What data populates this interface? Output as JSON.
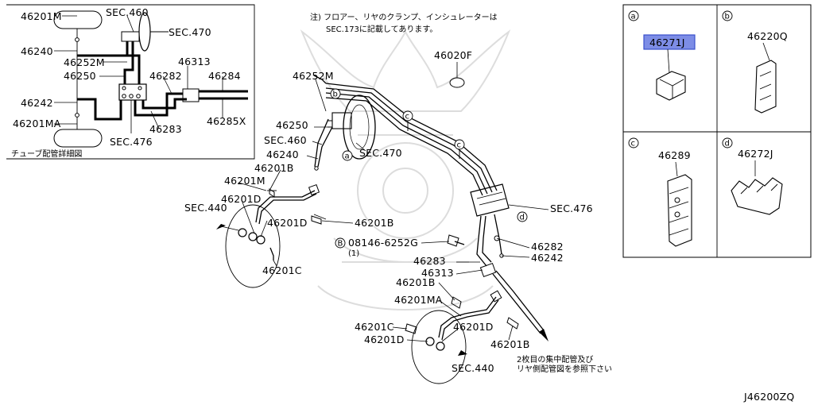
{
  "inset": {
    "caption": "チューブ配管詳細図",
    "labels": {
      "sec460": "SEC.460",
      "sec470": "SEC.470",
      "p46201M": "46201M",
      "p46240": "46240",
      "p46252M": "46252M",
      "p46250": "46250",
      "p46313": "46313",
      "p46282": "46282",
      "p46284": "46284",
      "p46242": "46242",
      "p46201MA": "46201MA",
      "p46283": "46283",
      "p46285X": "46285X",
      "sec476": "SEC.476"
    }
  },
  "note": {
    "line1": "注) フロアー、リヤのクランプ、インシュレーターは",
    "line2": "SEC.173に記載してあります。"
  },
  "main": {
    "labels": {
      "p46020F": "46020F",
      "p46252M": "46252M",
      "p46250": "46250",
      "sec460": "SEC.460",
      "p46240": "46240",
      "sec470": "SEC.470",
      "p46201B_a": "46201B",
      "p46201M": "46201M",
      "p46201D_a": "46201D",
      "sec440_a": "SEC.440",
      "p46201D_b": "46201D",
      "p46201B_b": "46201B",
      "p46201C_a": "46201C",
      "bolt": "08146-6252G",
      "bolt_qty": "(1)",
      "bolt_callout": "B",
      "p46282": "46282",
      "p46242": "46242",
      "p46283": "46283",
      "p46313": "46313",
      "sec476": "SEC.476",
      "p46201B_c": "46201B",
      "p46201MA": "46201MA",
      "p46201C_b": "46201C",
      "p46201D_c": "46201D",
      "p46201D_d": "46201D",
      "p46201B_d": "46201B",
      "sec440_b": "SEC.440",
      "ref1": "2枚目の集中配管及び",
      "ref2": "リヤ側配管図を参照下さい",
      "callout_a": "a",
      "callout_b": "b",
      "callout_c": "c",
      "callout_c2": "c",
      "callout_d": "d"
    }
  },
  "parts_table": {
    "cells": [
      {
        "callout": "a",
        "part": "46271J",
        "selected": true
      },
      {
        "callout": "b",
        "part": "46220Q",
        "selected": false
      },
      {
        "callout": "c",
        "part": "46289",
        "selected": false
      },
      {
        "callout": "d",
        "part": "46272J",
        "selected": false
      }
    ],
    "highlight_color": "#7d8de6"
  },
  "diagram_code": "J46200ZQ"
}
